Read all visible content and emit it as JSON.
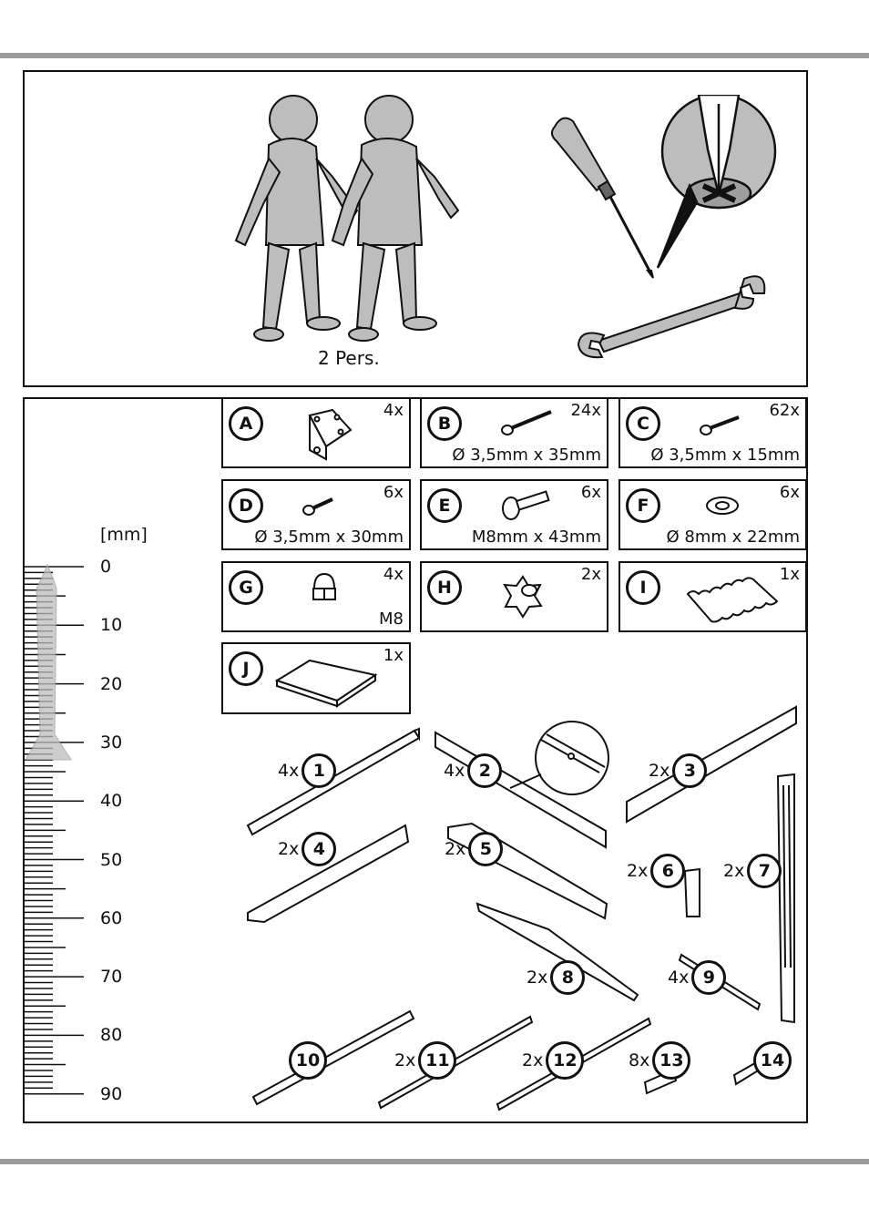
{
  "tools_panel": {
    "people_label": "2 Pers."
  },
  "hardware": [
    {
      "letter": "A",
      "qty": "4x",
      "dim": ""
    },
    {
      "letter": "B",
      "qty": "24x",
      "dim": "Ø 3,5mm x 35mm"
    },
    {
      "letter": "C",
      "qty": "62x",
      "dim": "Ø 3,5mm x 15mm"
    },
    {
      "letter": "D",
      "qty": "6x",
      "dim": "Ø 3,5mm x 30mm"
    },
    {
      "letter": "E",
      "qty": "6x",
      "dim": "M8mm x 43mm"
    },
    {
      "letter": "F",
      "qty": "6x",
      "dim": "Ø 8mm x 22mm"
    },
    {
      "letter": "G",
      "qty": "4x",
      "dim": "M8"
    },
    {
      "letter": "H",
      "qty": "2x",
      "dim": ""
    },
    {
      "letter": "I",
      "qty": "1x",
      "dim": ""
    },
    {
      "letter": "J",
      "qty": "1x",
      "dim": ""
    }
  ],
  "ruler": {
    "unit": "[mm]",
    "labels": [
      "0",
      "10",
      "20",
      "30",
      "40",
      "50",
      "60",
      "70",
      "80",
      "90"
    ]
  },
  "parts": [
    {
      "num": "1",
      "qty": "4x"
    },
    {
      "num": "2",
      "qty": "4x"
    },
    {
      "num": "3",
      "qty": "2x"
    },
    {
      "num": "4",
      "qty": "2x"
    },
    {
      "num": "5",
      "qty": "2x"
    },
    {
      "num": "6",
      "qty": "2x"
    },
    {
      "num": "7",
      "qty": "2x"
    },
    {
      "num": "8",
      "qty": "2x"
    },
    {
      "num": "9",
      "qty": "4x"
    },
    {
      "num": "10",
      "qty": ""
    },
    {
      "num": "11",
      "qty": "2x"
    },
    {
      "num": "12",
      "qty": "2x"
    },
    {
      "num": "13",
      "qty": "8x"
    },
    {
      "num": "14",
      "qty": ""
    }
  ]
}
